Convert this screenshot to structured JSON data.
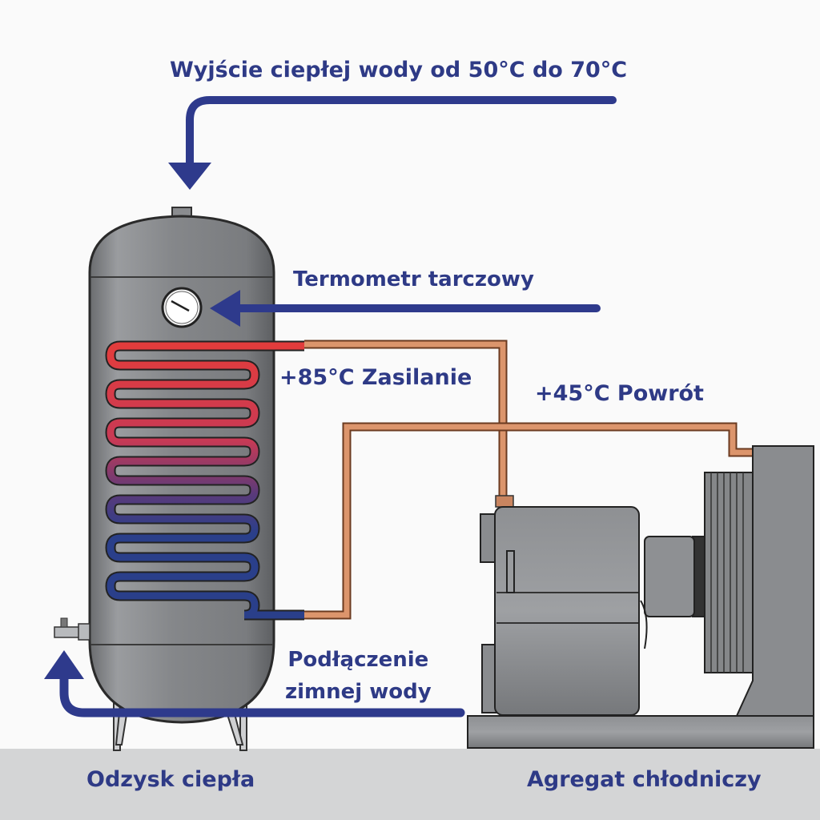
{
  "labels": {
    "hot_water_outlet": "Wyjście ciepłej wody od 50°C do 70°C",
    "dial_thermometer": "Termometr tarczowy",
    "supply": "+85°C Zasilanie",
    "return": "+45°C Powrót",
    "cold_water_line1": "Podłączenie",
    "cold_water_line2": "zimnej wody",
    "heat_recovery": "Odzysk ciepła",
    "chiller_unit": "Agregat chłodniczy"
  },
  "colors": {
    "label": "#2e3a86",
    "arrow": "#2e3a8c",
    "tank": "#7d7f82",
    "copper": "#d89068",
    "hot_coil": "#e03a3a",
    "cold_coil": "#2a3f8a",
    "floor": "#d4d5d6"
  }
}
